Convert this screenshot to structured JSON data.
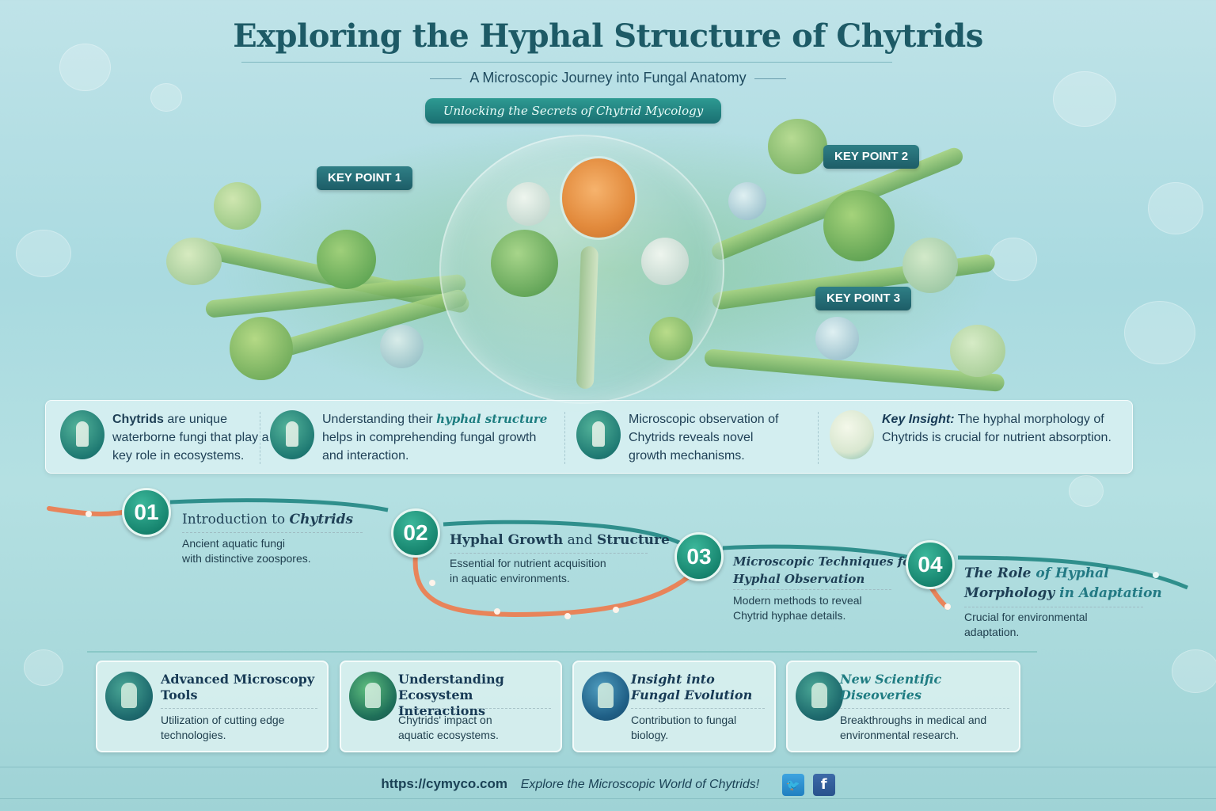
{
  "header": {
    "title": "Exploring the Hyphal Structure of Chytrids",
    "subtitle": "A Microscopic Journey into Fungal Anatomy",
    "tagline": "Unlocking the Secrets of Chytrid Mycology"
  },
  "hero": {
    "key_points": [
      {
        "label": "KEY POINT 1"
      },
      {
        "label": "KEY POINT 2"
      },
      {
        "label": "KEY POINT 3"
      }
    ]
  },
  "info_bar": {
    "items": [
      {
        "icon": "microscope-icon",
        "bold": "Chytrids",
        "text": " are unique waterborne fungi that play a key role in ecosystems."
      },
      {
        "icon": "hypha-icon",
        "pre": "Understanding their ",
        "emph": "hyphal structure",
        "post": " helps in comprehending fungal growth and interaction."
      },
      {
        "icon": "observation-icon",
        "text": "Microscopic observation of Chytrids reveals novel growth mechanisms."
      },
      {
        "icon": "sporangium-icon",
        "bold": "Key Insight:",
        "text": " The hyphal morphology of Chytrids is crucial for nutrient absorption."
      }
    ]
  },
  "timeline": {
    "steps": [
      {
        "number": "01",
        "title_a": "Introduction to ",
        "title_b": "Chytrids",
        "desc_1": "Ancient aquatic fungi",
        "desc_2": "with distinctive zoospores."
      },
      {
        "number": "02",
        "title_a": "Hyphal Growth",
        "title_mid": " and ",
        "title_b": "Structure",
        "desc_1": "Essential for nutrient acquisition",
        "desc_2": "in aquatic environments."
      },
      {
        "number": "03",
        "title_a": "Microscopic Techniques for",
        "title_b": "Hyphal Observation",
        "desc_1": "Modern methods to reveal",
        "desc_2": "Chytrid hyphae details."
      },
      {
        "number": "04",
        "title_a": "The Role",
        "title_mid": " of Hyphal",
        "title_b": "Morphology",
        "title_c": " in Adaptation",
        "desc_1": "Crucial for environmental",
        "desc_2": "adaptation."
      }
    ],
    "colors": {
      "badge": "#17856f",
      "path_teal": "#2f8f8c",
      "path_orange": "#e8845a"
    }
  },
  "cards": [
    {
      "icon": "microscope-tools-icon",
      "title_1": "Advanced Microscopy",
      "title_2": "Tools",
      "desc_1": "Utilization of cutting edge",
      "desc_2": "technologies."
    },
    {
      "icon": "ecosystem-icon",
      "title_1": "Understanding",
      "title_2": "Ecosystem Interactions",
      "desc_1": "Chytrids' impact on",
      "desc_2": "aquatic ecosystems."
    },
    {
      "icon": "evolution-flask-icon",
      "title_1": "Insight into",
      "title_2": "Fungal Evolution",
      "desc_1": "Contribution to fungal",
      "desc_2": "biology."
    },
    {
      "icon": "discovery-icon",
      "title_1": "New Scientific",
      "title_2": "Diseoveries",
      "desc_1": "Breakthroughs in medical and",
      "desc_2": "environmental research."
    }
  ],
  "footer": {
    "url": "https://cymyco.com",
    "slogan": "Explore the Microscopic World of Chytrids!",
    "social": [
      {
        "name": "twitter",
        "glyph": "🐦"
      },
      {
        "name": "facebook",
        "glyph": "f"
      }
    ]
  },
  "theme": {
    "background": "#aedbe0",
    "title_color": "#1d5a66",
    "accent_teal": "#1a6f72",
    "text_dark": "#1e3f55"
  }
}
